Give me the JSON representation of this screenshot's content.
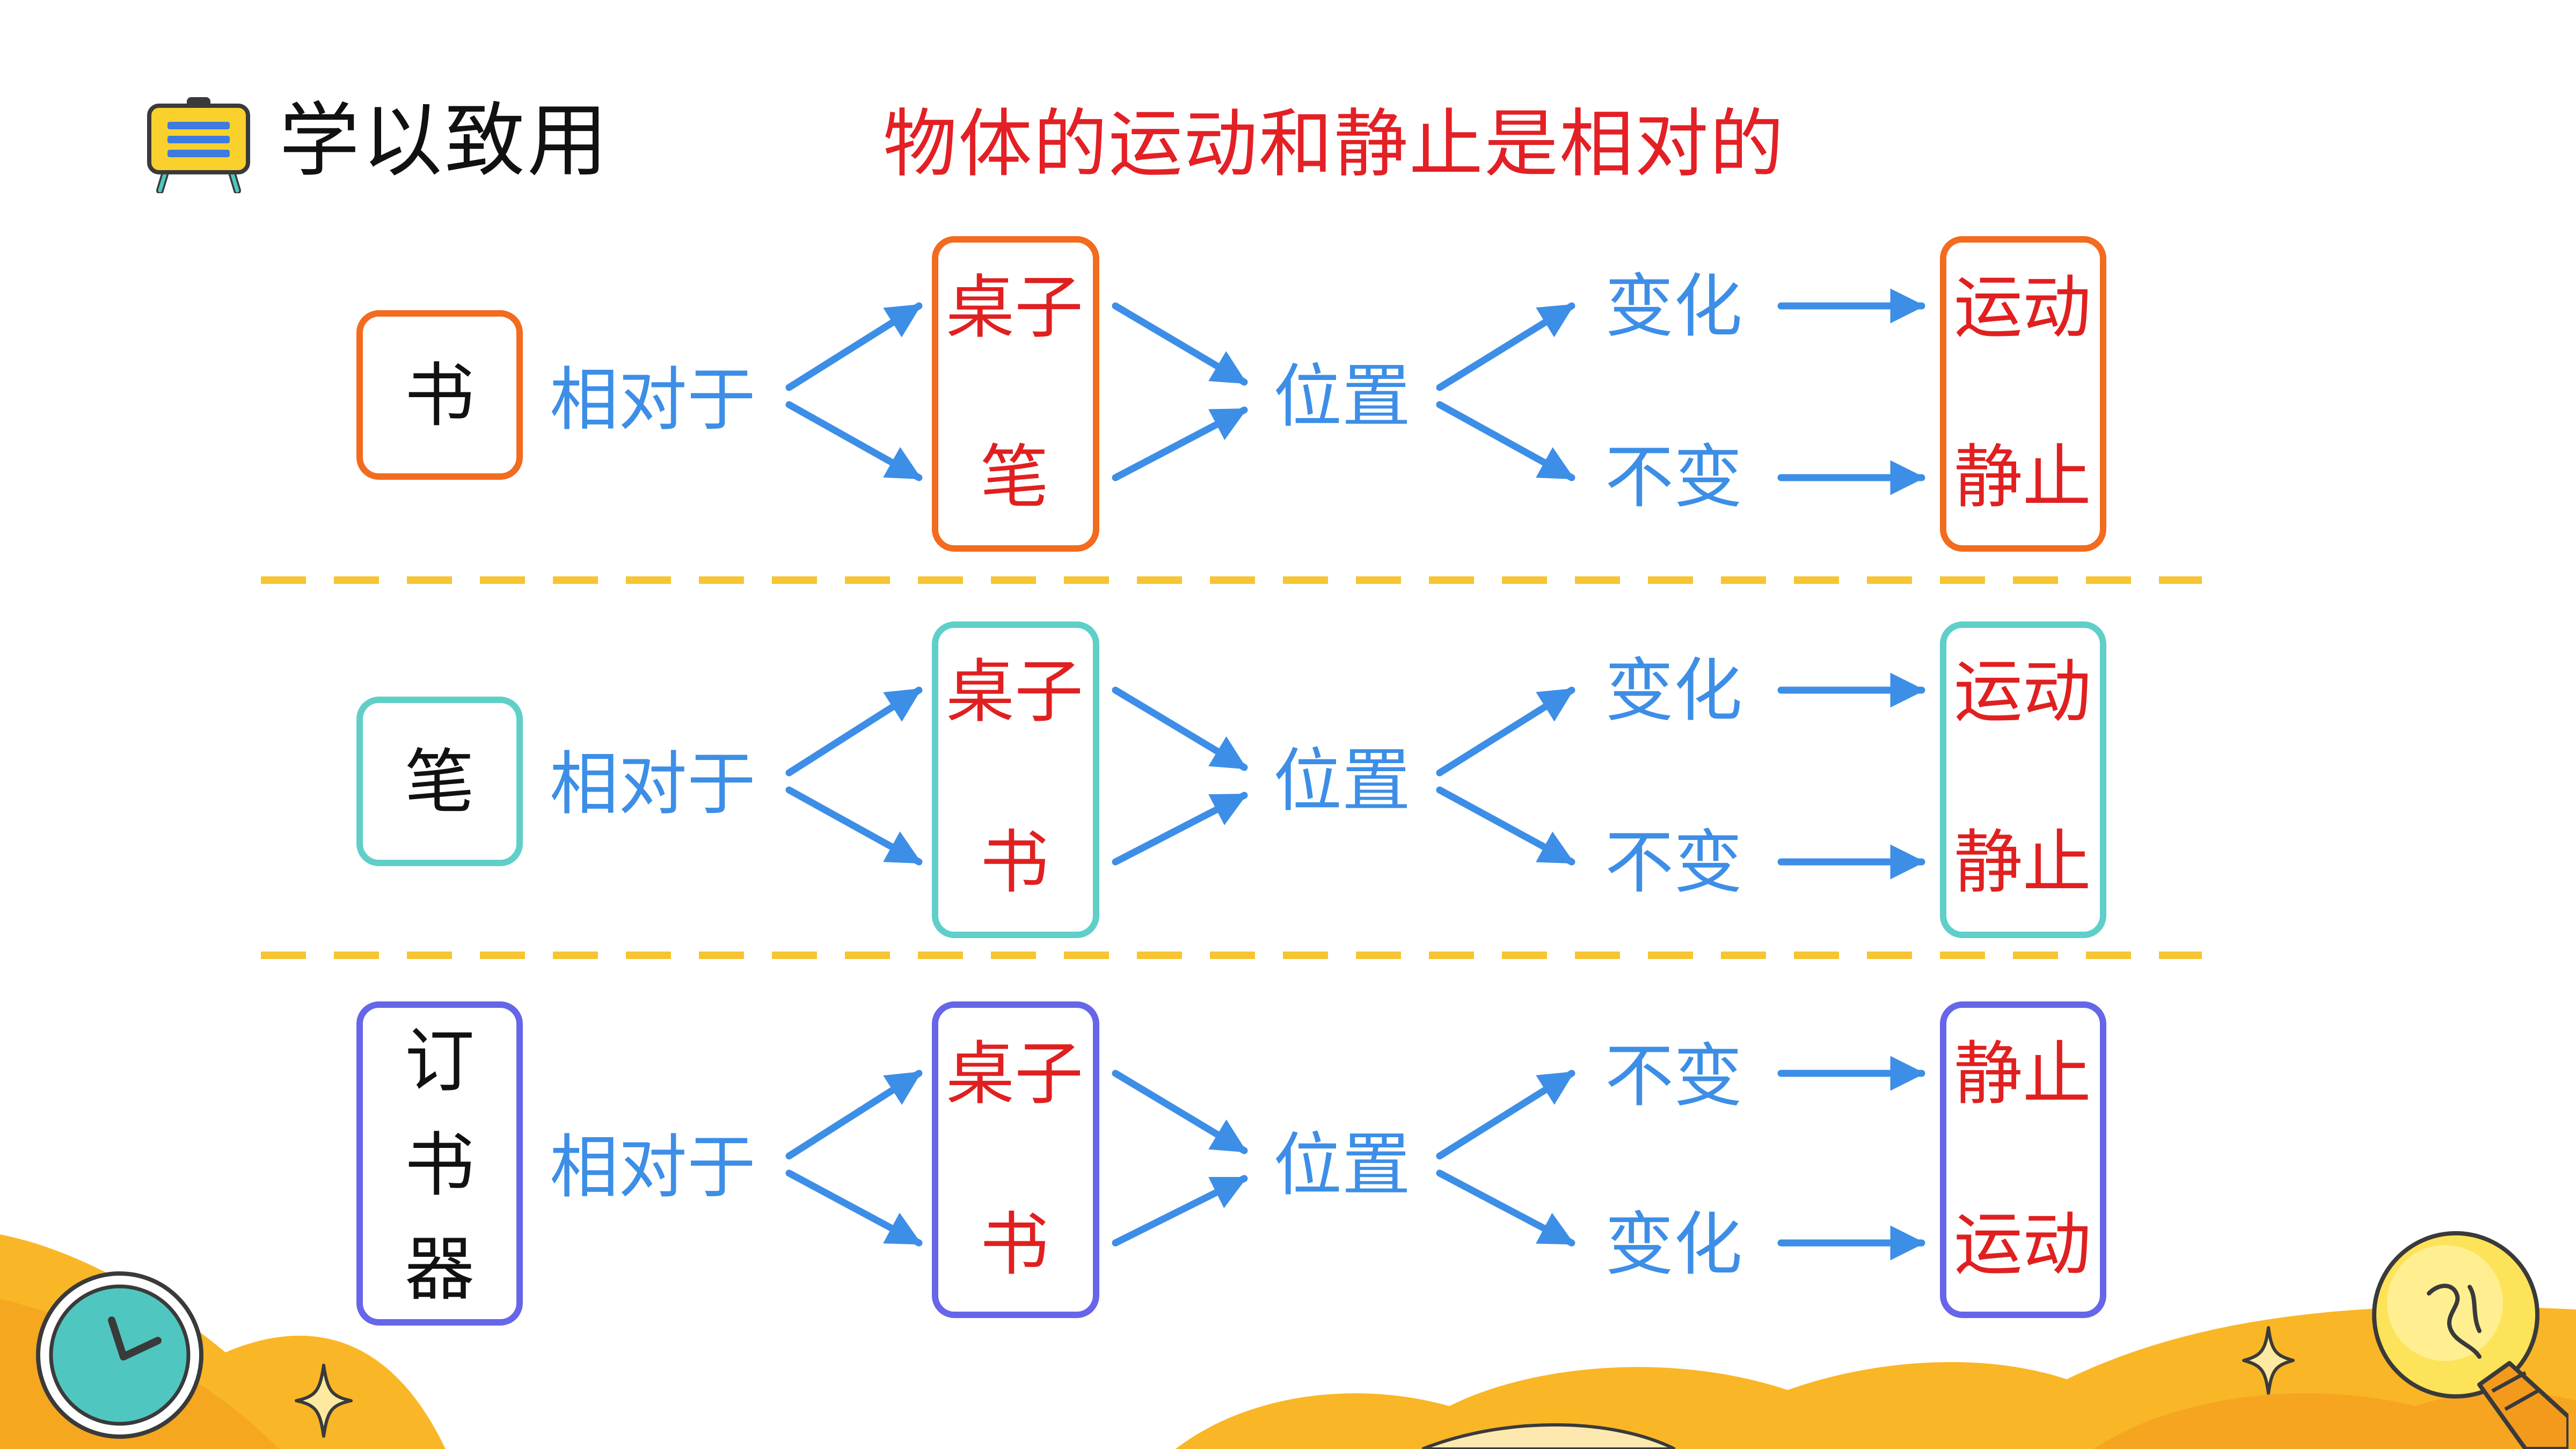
{
  "header": {
    "title": "学以致用",
    "subtitle": "物体的运动和静止是相对的",
    "board_icon": "presentation-board-icon"
  },
  "colors": {
    "row1": "#f26b1e",
    "row2": "#5fcfc8",
    "row3": "#6666e8",
    "blue_text": "#3d8ee6",
    "red_text": "#e02020",
    "divider": "#f6c531"
  },
  "rows": [
    {
      "subject": "书",
      "relation": "相对于",
      "references": [
        "桌子",
        "笔"
      ],
      "position": "位置",
      "states": [
        "变化",
        "不变"
      ],
      "results": [
        "运动",
        "静止"
      ]
    },
    {
      "subject": "笔",
      "relation": "相对于",
      "references": [
        "桌子",
        "书"
      ],
      "position": "位置",
      "states": [
        "变化",
        "不变"
      ],
      "results": [
        "运动",
        "静止"
      ]
    },
    {
      "subject_lines": [
        "订",
        "书",
        "器"
      ],
      "relation": "相对于",
      "references": [
        "桌子",
        "书"
      ],
      "position": "位置",
      "states": [
        "不变",
        "变化"
      ],
      "results": [
        "静止",
        "运动"
      ]
    }
  ],
  "decorations": [
    "clock-icon",
    "sparkle-icon",
    "light-bulb-icon"
  ]
}
